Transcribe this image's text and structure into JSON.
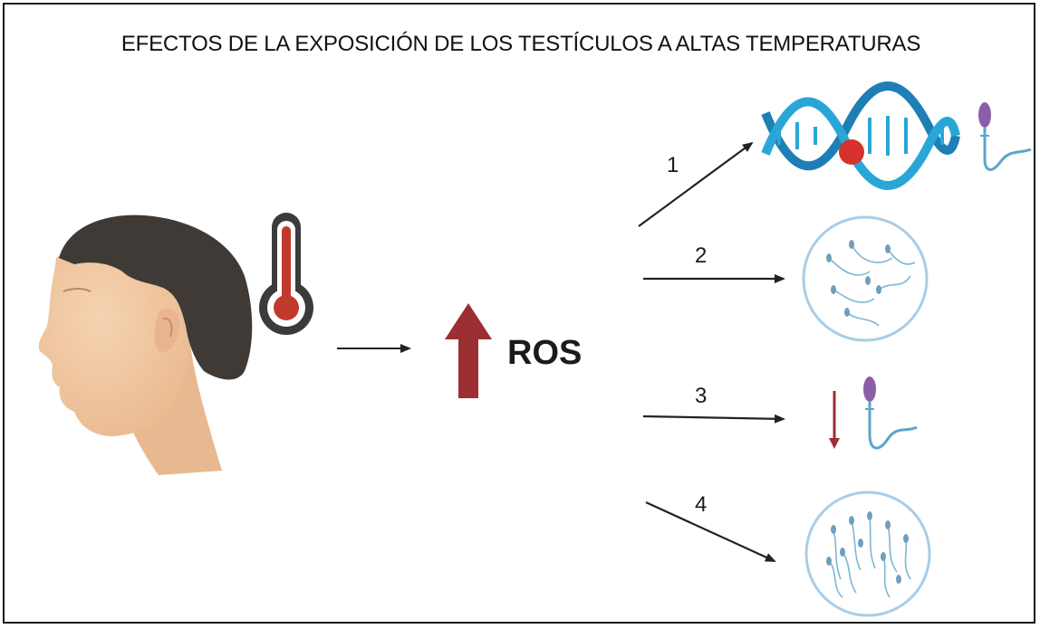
{
  "title": "EFECTOS DE LA EXPOSICIÓN DE LOS TESTÍCULOS A ALTAS TEMPERATURAS",
  "center_label": "ROS",
  "effects": [
    {
      "number": "1",
      "icon": "dna-damage-sperm-icon"
    },
    {
      "number": "2",
      "icon": "sperm-aggregation-dish-icon"
    },
    {
      "number": "3",
      "icon": "decreased-sperm-icon"
    },
    {
      "number": "4",
      "icon": "sperm-dense-dish-icon"
    }
  ],
  "colors": {
    "skin": "#f3cda9",
    "hair": "#3f3a36",
    "thermometer_red": "#c0392b",
    "ros_arrow": "#9b2f33",
    "dna_blue": "#2aa6d6",
    "dna_dark": "#1d7fb5",
    "dish_ring": "#a9cde6",
    "sperm_head": "#8a5fa8",
    "sperm_tail": "#5aa7c9",
    "arrow": "#222222"
  }
}
